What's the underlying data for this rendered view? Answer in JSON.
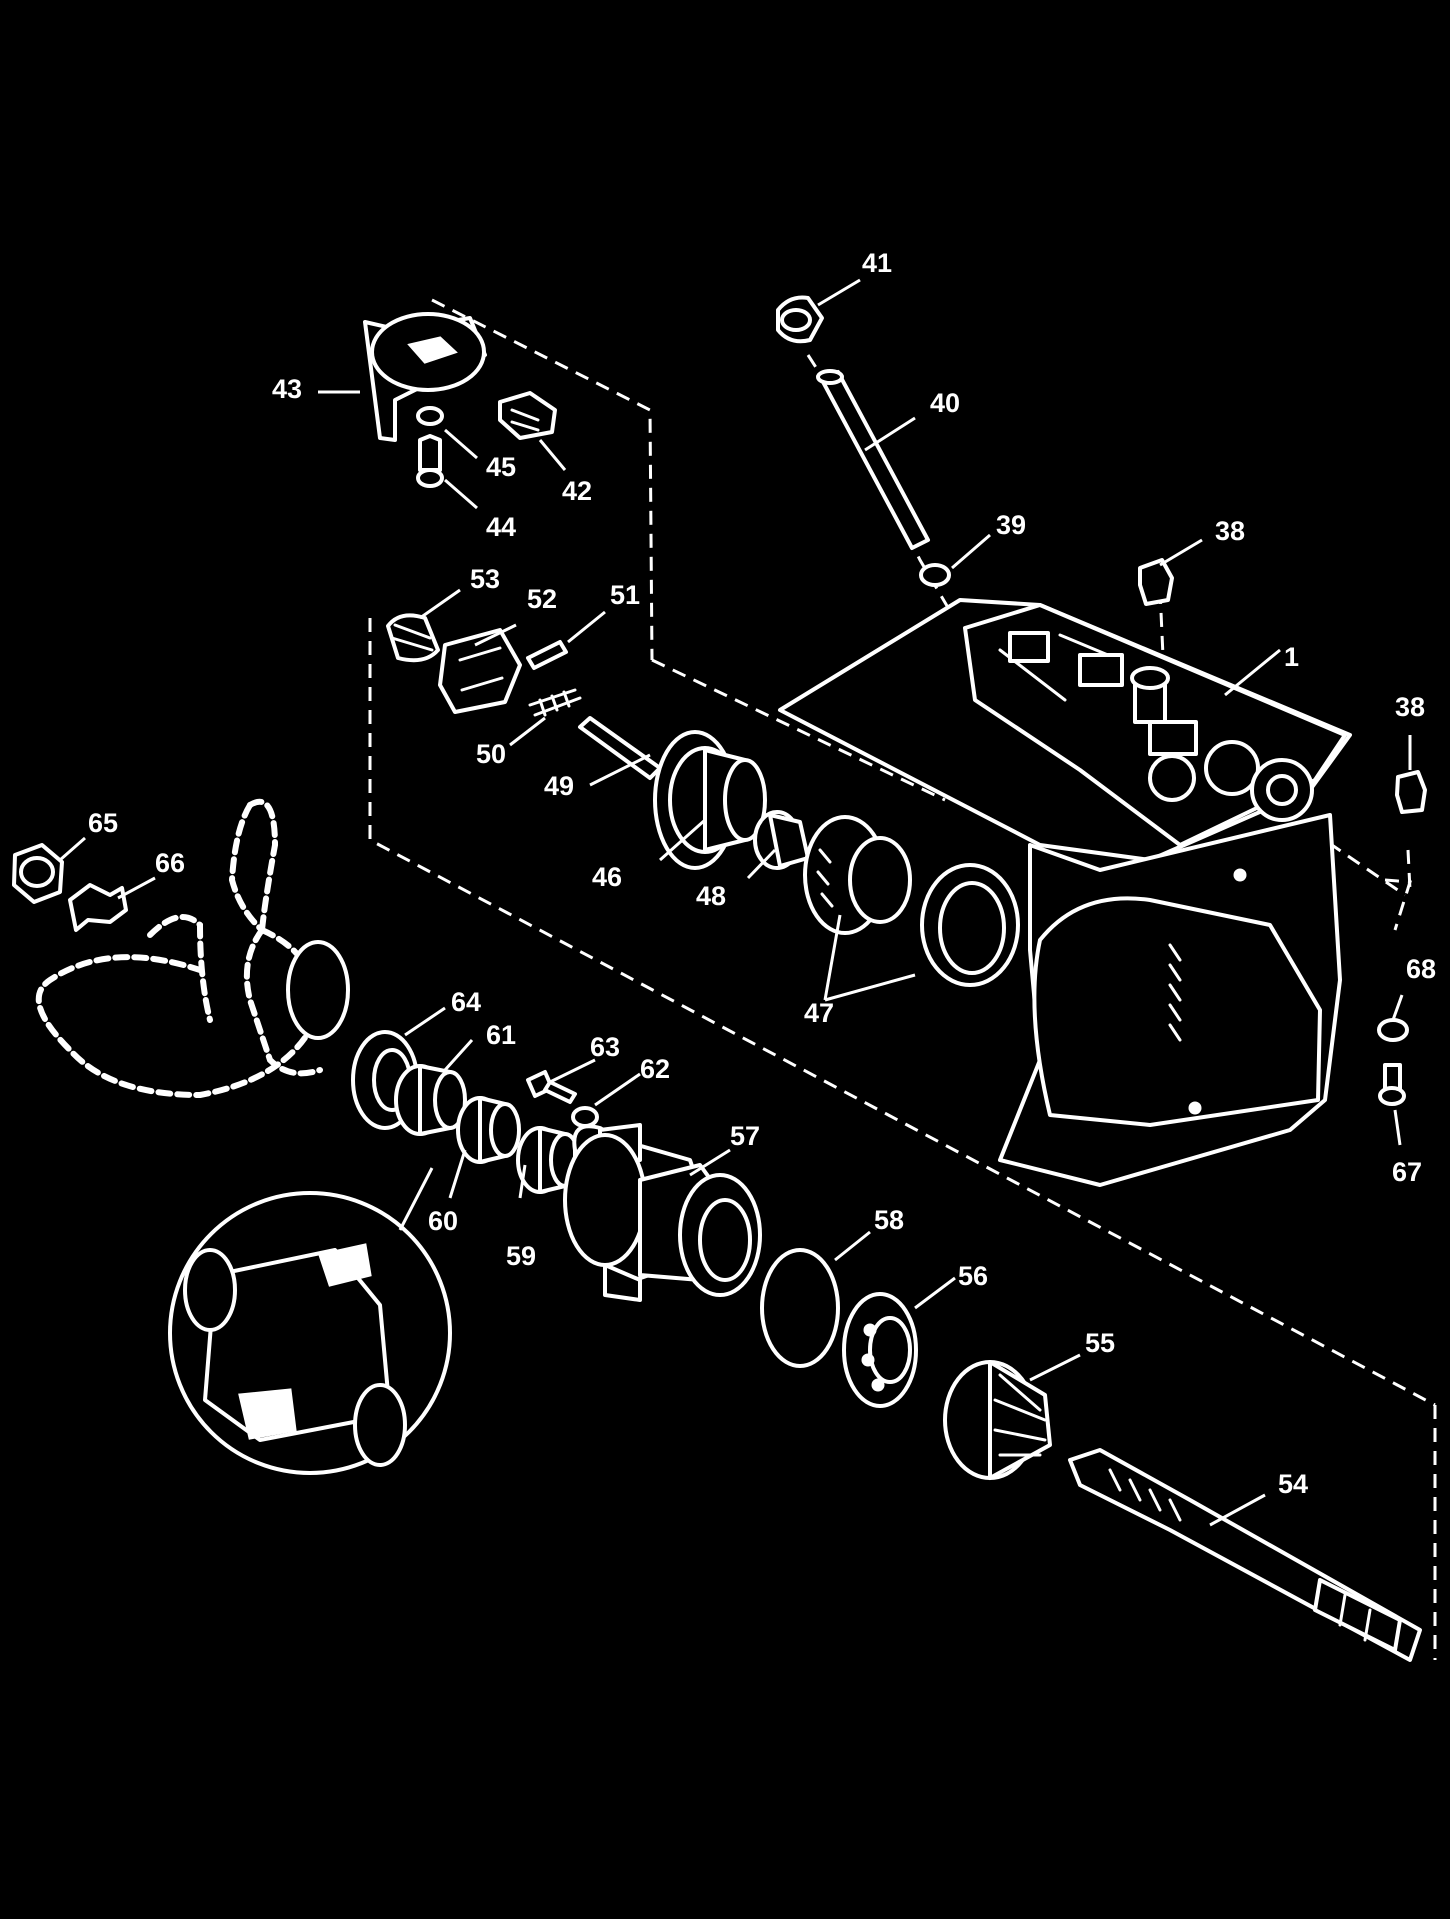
{
  "colors": {
    "background": "#000000",
    "linework": "#ffffff"
  },
  "callouts": [
    {
      "id": "c1",
      "label": "1"
    },
    {
      "id": "c38a",
      "label": "38"
    },
    {
      "id": "c38b",
      "label": "38"
    },
    {
      "id": "c39",
      "label": "39"
    },
    {
      "id": "c40",
      "label": "40"
    },
    {
      "id": "c41",
      "label": "41"
    },
    {
      "id": "c42",
      "label": "42"
    },
    {
      "id": "c43",
      "label": "43"
    },
    {
      "id": "c44",
      "label": "44"
    },
    {
      "id": "c45",
      "label": "45"
    },
    {
      "id": "c46",
      "label": "46"
    },
    {
      "id": "c47",
      "label": "47"
    },
    {
      "id": "c48",
      "label": "48"
    },
    {
      "id": "c49",
      "label": "49"
    },
    {
      "id": "c50",
      "label": "50"
    },
    {
      "id": "c51",
      "label": "51"
    },
    {
      "id": "c52",
      "label": "52"
    },
    {
      "id": "c53",
      "label": "53"
    },
    {
      "id": "c54",
      "label": "54"
    },
    {
      "id": "c55",
      "label": "55"
    },
    {
      "id": "c56",
      "label": "56"
    },
    {
      "id": "c57",
      "label": "57"
    },
    {
      "id": "c58",
      "label": "58"
    },
    {
      "id": "c59",
      "label": "59"
    },
    {
      "id": "c60",
      "label": "60"
    },
    {
      "id": "c61",
      "label": "61"
    },
    {
      "id": "c62",
      "label": "62"
    },
    {
      "id": "c63",
      "label": "63"
    },
    {
      "id": "c64",
      "label": "64"
    },
    {
      "id": "c65",
      "label": "65"
    },
    {
      "id": "c66",
      "label": "66"
    },
    {
      "id": "c67",
      "label": "67"
    },
    {
      "id": "c68",
      "label": "68"
    }
  ]
}
